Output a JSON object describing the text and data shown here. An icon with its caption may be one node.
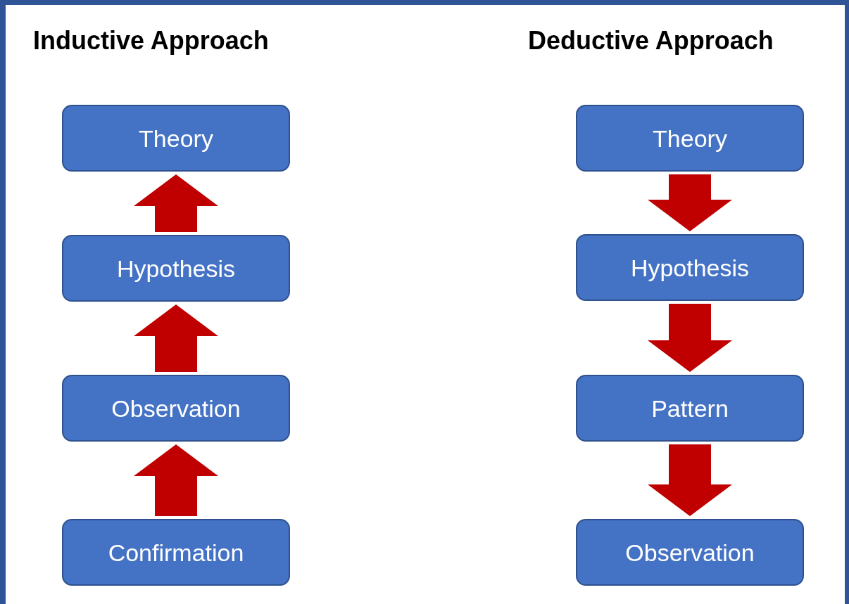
{
  "diagram": {
    "nodes": [
      {
        "text": [
          "Theory"
        ]
      },
      {
        "text": [
          "Hypothesis"
        ]
      },
      {
        "text": [
          "Observation"
        ]
      },
      {
        "text": [
          "Confirmation"
        ]
      },
      {
        "text": [
          "Theory"
        ]
      },
      {
        "text": [
          "Hypothesis"
        ]
      },
      {
        "text": [
          "Pattern"
        ]
      },
      {
        "text": [
          "Observation"
        ]
      }
    ],
    "edges": [
      {
        "from": 3,
        "to": 2,
        "arrow": "to"
      },
      {
        "from": 2,
        "to": 1,
        "arrow": "to"
      },
      {
        "from": 1,
        "to": 0,
        "arrow": "to"
      },
      {
        "from": 4,
        "to": 5,
        "arrow": "to"
      },
      {
        "from": 5,
        "to": 6,
        "arrow": "to"
      },
      {
        "from": 6,
        "to": 7,
        "arrow": "to"
      }
    ],
    "labels": [
      "Inductive Approach",
      "Deductive Approach"
    ]
  }
}
